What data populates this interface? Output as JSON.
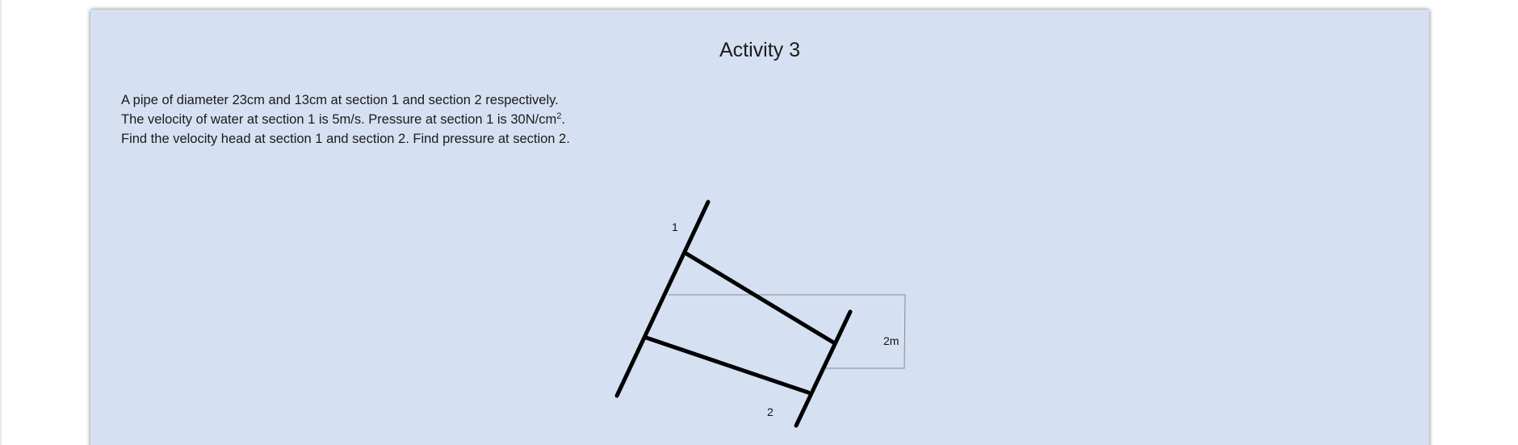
{
  "activity": {
    "title": "Activity 3"
  },
  "problem": {
    "line1": "A pipe of diameter 23cm and 13cm at section 1 and section 2 respectively.",
    "line2_before": "The velocity of water at section 1 is 5m/s. Pressure at section 1 is 30N/cm",
    "line2_sup": "2",
    "line2_after": ".",
    "line3": "Find the velocity head at section 1 and section 2. Find pressure at section 2."
  },
  "diagram": {
    "section1_label": "1",
    "section2_label": "2",
    "height_label": "2m",
    "line_color": "#000000",
    "guide_color": "#8a8a8a"
  }
}
